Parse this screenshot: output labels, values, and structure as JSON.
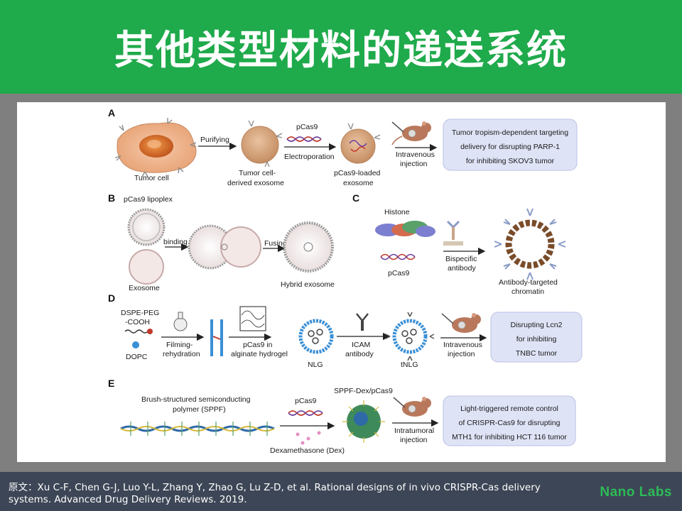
{
  "title": "其他类型材料的递送系统",
  "panels": {
    "A": {
      "label": "A",
      "tumor_cell": "Tumor cell",
      "purifying": "Purifying",
      "exosome_l1": "Tumor cell-",
      "exosome_l2": "derived exosome",
      "pcas9": "pCas9",
      "electroporation": "Electroporation",
      "loaded_l1": "pCas9-loaded",
      "loaded_l2": "exosome",
      "inj_l1": "Intravenous",
      "inj_l2": "injection",
      "box_l1": "Tumor tropism-dependent targeting",
      "box_l2": "delivery for disrupting PARP-1",
      "box_l3": "for inhibiting SKOV3 tumor"
    },
    "B": {
      "label": "B",
      "lipoplex": "pCas9 lipoplex",
      "binding": "binding",
      "fusing": "Fusing",
      "exosome": "Exosome",
      "hybrid": "Hybrid exosome"
    },
    "C": {
      "label": "C",
      "histone": "Histone",
      "pcas9": "pCas9",
      "bispecific_l1": "Bispecific",
      "bispecific_l2": "antibody",
      "chromatin_l1": "Antibody-targeted",
      "chromatin_l2": "chromatin"
    },
    "D": {
      "label": "D",
      "dspe_l1": "DSPE-PEG",
      "dspe_l2": "-COOH",
      "dopc": "DOPC",
      "filming_l1": "Filming-",
      "filming_l2": "rehydration",
      "alginate_l1": "pCas9 in",
      "alginate_l2": "alginate hydrogel",
      "nlg": "NLG",
      "icam_l1": "ICAM",
      "icam_l2": "antibody",
      "tnlg": "tNLG",
      "inj_l1": "Intravenous",
      "inj_l2": "injection",
      "box_l1": "Disrupting Lcn2",
      "box_l2": "for inhibiting",
      "box_l3": "TNBC tumor"
    },
    "E": {
      "label": "E",
      "sppf_l1": "Brush-structured semiconducting",
      "sppf_l2": "polymer (SPPF)",
      "pcas9": "pCas9",
      "dex": "Dexamethasone (Dex)",
      "sppf_dex": "SPPF-Dex/pCas9",
      "inj_l1": "Intratumoral",
      "inj_l2": "injection",
      "box_l1": "Light-triggered remote control",
      "box_l2": "of CRISPR-Cas9 for disrupting",
      "box_l3": "MTH1 for inhibiting HCT 116 tumor"
    }
  },
  "footer": {
    "citation": "原文：Xu C-F, Chen G-J, Luo Y-L, Zhang Y, Zhao G, Lu Z-D, et al. Rational designs of in vivo CRISPR-Cas delivery systems.  Advanced Drug Delivery Reviews. 2019.",
    "brand": "Nano Labs"
  },
  "colors": {
    "title_bar": "#1faa4b",
    "footer_bar": "#3d4656",
    "brand": "#2dbb56",
    "result_box": "#dfe3f6"
  }
}
